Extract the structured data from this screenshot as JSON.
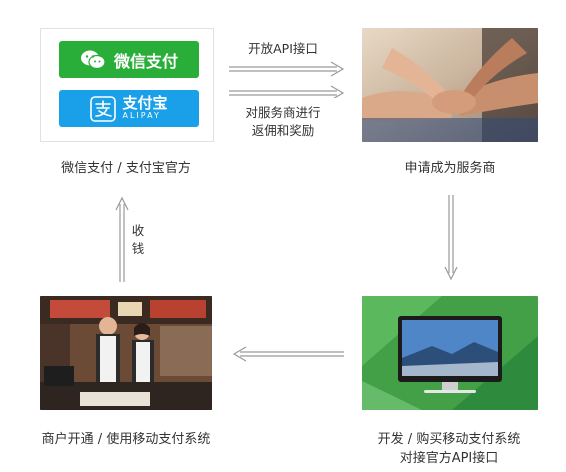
{
  "nodes": {
    "payment_platforms": {
      "caption": "微信支付 / 支付宝官方",
      "wechat_label": "微信支付",
      "alipay_label": "支付宝",
      "alipay_sub": "ALIPAY"
    },
    "service_provider": {
      "caption": "申请成为服务商"
    },
    "develop": {
      "caption_line1": "开发 / 购买移动支付系统",
      "caption_line2": "对接官方API接口"
    },
    "merchant": {
      "caption": "商户开通 / 使用移动支付系统"
    }
  },
  "edges": {
    "top_arrow_upper_label": "开放API接口",
    "top_arrow_lower_label_line1": "对服务商进行",
    "top_arrow_lower_label_line2": "返佣和奖励",
    "left_arrow_label_line1": "收",
    "left_arrow_label_line2": "钱"
  },
  "colors": {
    "wechat_green": "#2aae3a",
    "alipay_blue": "#1aa0e8",
    "develop_green": "#43a047",
    "arrow_gray": "#9a9a9a"
  },
  "icons": [
    "wechat-chat-icon",
    "alipay-logo-icon",
    "handshake-photo",
    "laptop-screen-photo",
    "cafe-staff-photo"
  ]
}
